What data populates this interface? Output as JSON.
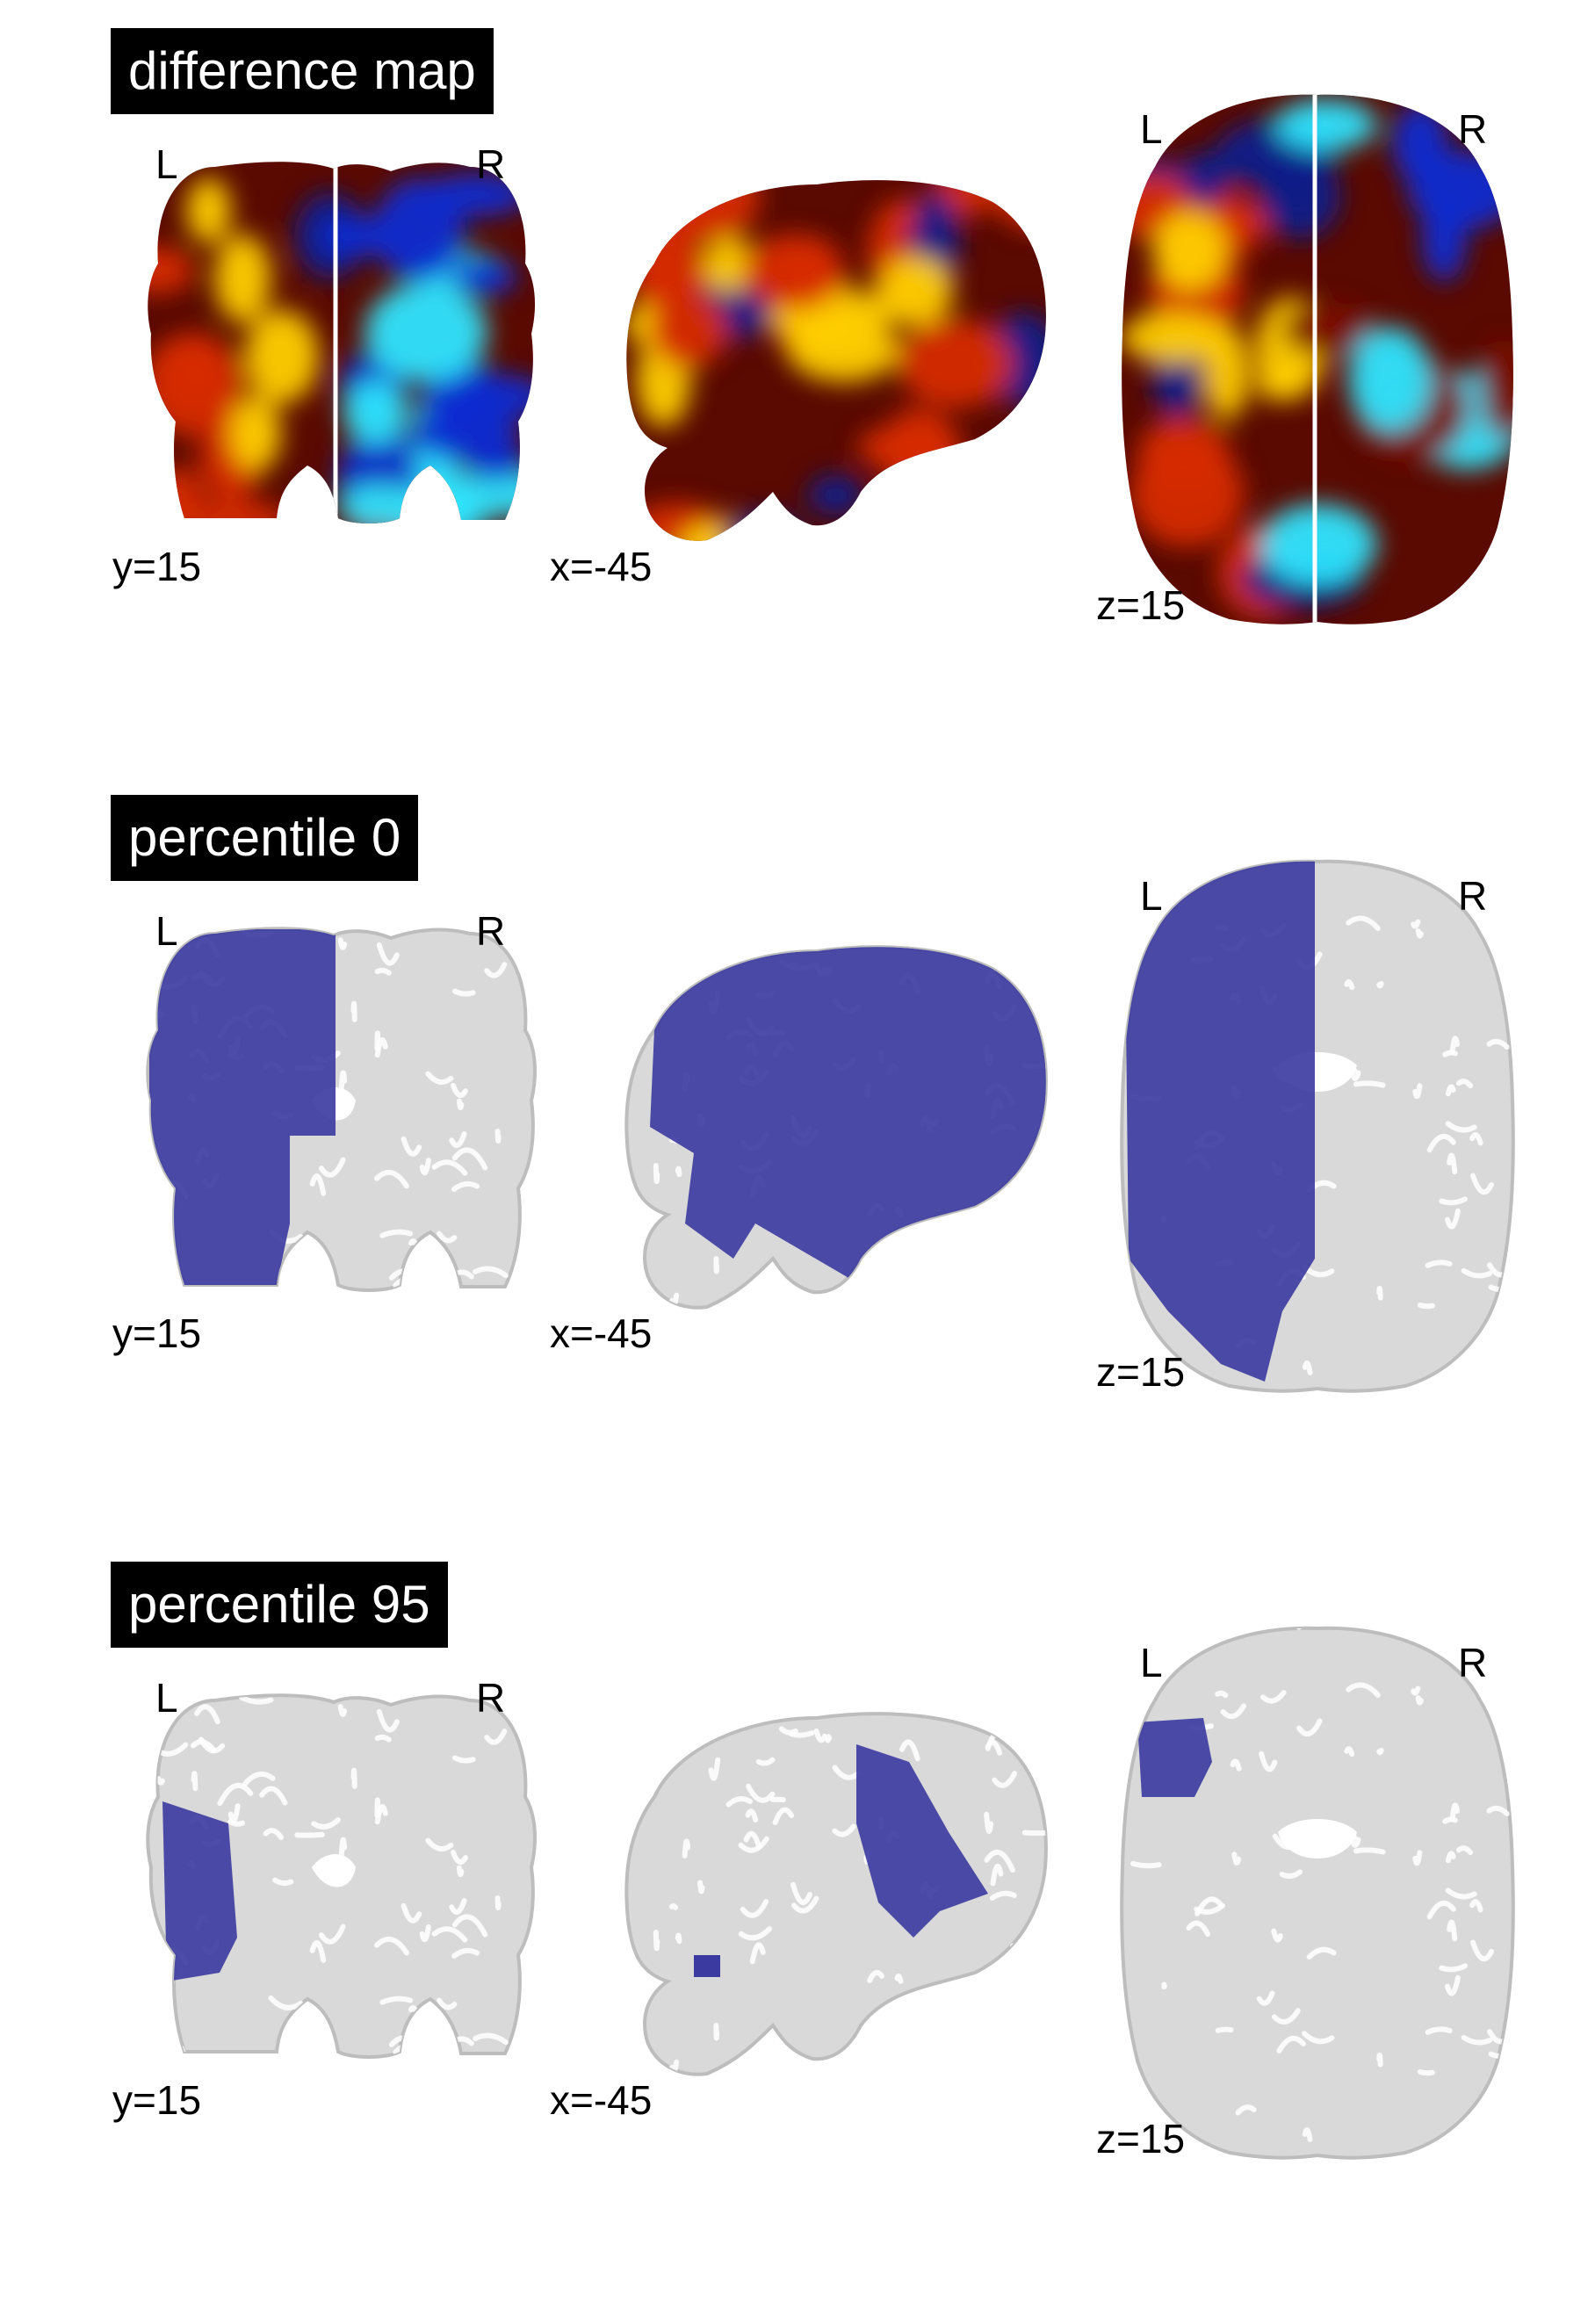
{
  "panels": [
    {
      "title": "difference map",
      "style": "difference",
      "labels": {
        "left": "L",
        "right": "R",
        "left_axial": "L",
        "right_axial": "R"
      },
      "coords": {
        "coronal": "y=15",
        "sagittal": "x=-45",
        "axial": "z=15"
      }
    },
    {
      "title": "percentile 0",
      "style": "mask-large",
      "labels": {
        "left": "L",
        "right": "R",
        "left_axial": "L",
        "right_axial": "R"
      },
      "coords": {
        "coronal": "y=15",
        "sagittal": "x=-45",
        "axial": "z=15"
      }
    },
    {
      "title": "percentile 95",
      "style": "mask-small",
      "labels": {
        "left": "L",
        "right": "R",
        "left_axial": "L",
        "right_axial": "R"
      },
      "coords": {
        "coronal": "y=15",
        "sagittal": "x=-45",
        "axial": "z=15"
      }
    }
  ],
  "colors": {
    "overlay_blue": "#3a3aa0",
    "brain_gray": "#d9d9d9",
    "brain_dark": "#bdbdbd",
    "hot": "#d62a00",
    "hot_bright": "#ffd000",
    "cold": "#0a2bd0",
    "cold_bright": "#2ee6ff"
  }
}
